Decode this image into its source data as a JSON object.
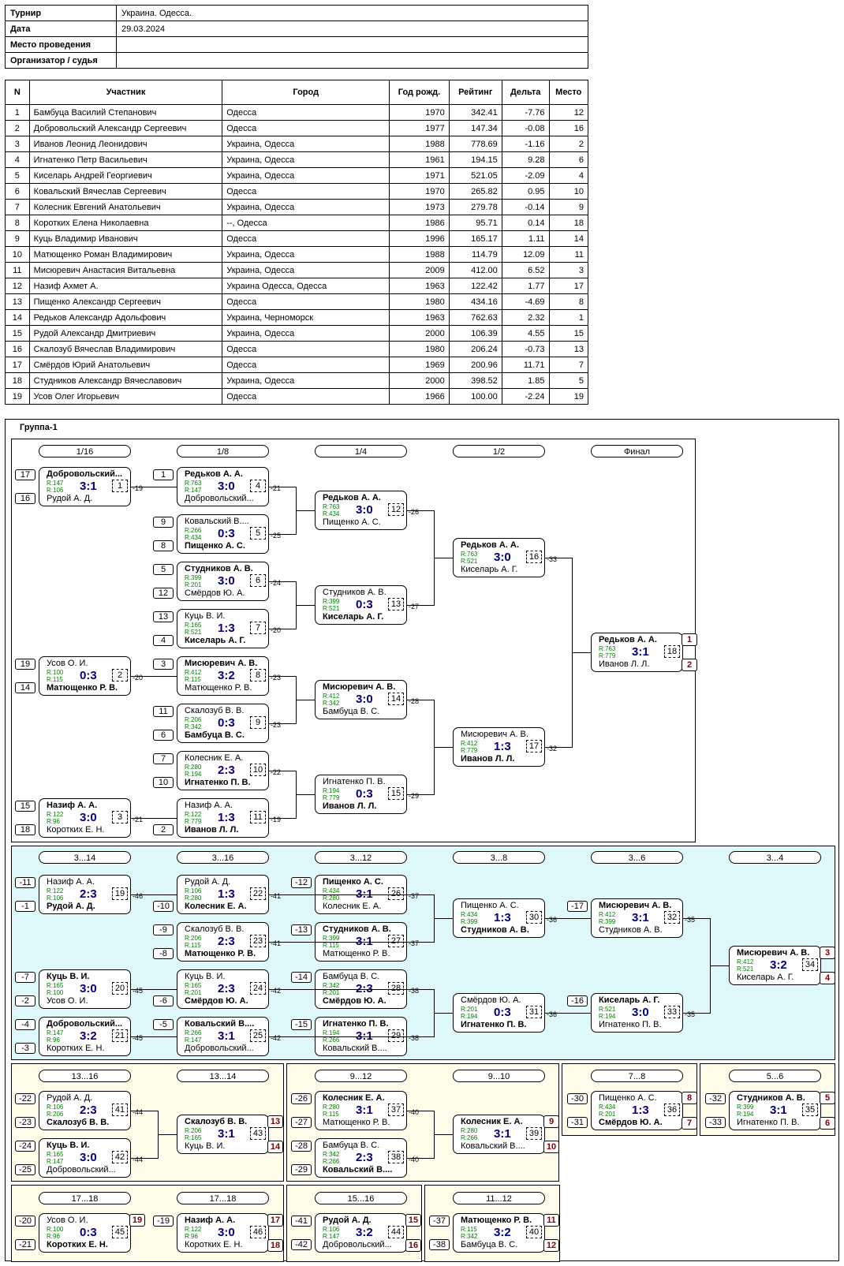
{
  "info": [
    {
      "label": "Турнир",
      "value": "Украина. Одесса."
    },
    {
      "label": "Дата",
      "value": "29.03.2024"
    },
    {
      "label": "Место проведения",
      "value": ""
    },
    {
      "label": "Организатор / судья",
      "value": ""
    }
  ],
  "plist": {
    "headers": [
      "N",
      "Участник",
      "Город",
      "Год рожд.",
      "Рейтинг",
      "Дельта",
      "Место"
    ],
    "rows": [
      [
        "1",
        "Бамбуца Василий Степанович",
        "Одесса",
        "1970",
        "342.41",
        "-7.76",
        "12"
      ],
      [
        "2",
        "Добровольский Александр Сергеевич",
        "Одесса",
        "1977",
        "147.34",
        "-0.08",
        "16"
      ],
      [
        "3",
        "Иванов Леонид Леонидович",
        "Украина, Одесса",
        "1988",
        "778.69",
        "-1.16",
        "2"
      ],
      [
        "4",
        "Игнатенко Петр Васильевич",
        "Украина, Одесса",
        "1961",
        "194.15",
        "9.28",
        "6"
      ],
      [
        "5",
        "Киселарь Андрей Георгиевич",
        "Украина, Одесса",
        "1971",
        "521.05",
        "-2.09",
        "4"
      ],
      [
        "6",
        "Ковальский Вячеслав Сергеевич",
        "Одесса",
        "1970",
        "265.82",
        "0.95",
        "10"
      ],
      [
        "7",
        "Колесник Евгений Анатольевич",
        "Украина, Одесса",
        "1973",
        "279.78",
        "-0.14",
        "9"
      ],
      [
        "8",
        "Коротких Елена Николаевна",
        "--, Одесса",
        "1986",
        "95.71",
        "0.14",
        "18"
      ],
      [
        "9",
        "Куць Владимир Иванович",
        "Одесса",
        "1996",
        "165.17",
        "1.11",
        "14"
      ],
      [
        "10",
        "Матющенко Роман Владимирович",
        "Украина, Одесса",
        "1988",
        "114.79",
        "12.09",
        "11"
      ],
      [
        "11",
        "Мисюревич Анастасия Витальевна",
        "Украина, Одесса",
        "2009",
        "412.00",
        "6.52",
        "3"
      ],
      [
        "12",
        "Назиф Ахмет А.",
        "Украина Одесса, Одесса",
        "1963",
        "122.42",
        "1.77",
        "17"
      ],
      [
        "13",
        "Пищенко Александр Сергеевич",
        "Одесса",
        "1980",
        "434.16",
        "-4.69",
        "8"
      ],
      [
        "14",
        "Редьков Александр Адольфович",
        "Украина, Черноморск",
        "1963",
        "762.63",
        "2.32",
        "1"
      ],
      [
        "15",
        "Рудой Александр Дмитриевич",
        "Украина, Одесса",
        "2000",
        "106.39",
        "4.55",
        "15"
      ],
      [
        "16",
        "Скалозуб Вячеслав Владимирович",
        "Одесса",
        "1980",
        "206.24",
        "-0.73",
        "13"
      ],
      [
        "17",
        "Смёрдов Юрий Анатольевич",
        "Одесса",
        "1969",
        "200.96",
        "11.71",
        "7"
      ],
      [
        "18",
        "Студников Александр Вячеславович",
        "Украина, Одесса",
        "2000",
        "398.52",
        "1.85",
        "5"
      ],
      [
        "19",
        "Усов Олег Игорьевич",
        "Одесса",
        "1966",
        "100.00",
        "-2.24",
        "19"
      ]
    ]
  },
  "group": {
    "title": "Группа-1",
    "round_labels": [
      "1/16",
      "1/8",
      "1/4",
      "1/2",
      "Финал",
      "3...14",
      "3...16",
      "3...12",
      "3...8",
      "3...6",
      "3...4",
      "13...16",
      "13...14",
      "9...12",
      "9...10",
      "7...8",
      "5...6",
      "17...18",
      "17...18",
      "15...16",
      "11...12"
    ],
    "matches": [
      {
        "id": 1,
        "t": "Добровольский...",
        "tr": "R:147",
        "b": "Рудой А. Д.",
        "br": "R:106",
        "score": "3:1",
        "w": "t",
        "ts": "17",
        "bs": "16",
        "d": "-19"
      },
      {
        "id": 4,
        "t": "Редьков А. А.",
        "tr": "R:763",
        "b": "Добровольский...",
        "br": "R:147",
        "score": "3:0",
        "w": "t",
        "ts": "1",
        "d": "-21"
      },
      {
        "id": 5,
        "t": "Ковальский В....",
        "tr": "R:266",
        "b": "Пищенко А. С.",
        "br": "R:434",
        "score": "0:3",
        "w": "b",
        "ts": "9",
        "bs": "8",
        "d": "-25"
      },
      {
        "id": 6,
        "t": "Студников А. В.",
        "tr": "R:399",
        "b": "Смёрдов Ю. А.",
        "br": "R:201",
        "score": "3:0",
        "w": "t",
        "ts": "5",
        "bs": "12",
        "d": "-24"
      },
      {
        "id": 7,
        "t": "Куць В. И.",
        "tr": "R:165",
        "b": "Киселарь А. Г.",
        "br": "R:521",
        "score": "1:3",
        "w": "b",
        "ts": "13",
        "bs": "4",
        "d": "-20"
      },
      {
        "id": 2,
        "t": "Усов О. И.",
        "tr": "R:100",
        "b": "Матющенко Р. В.",
        "br": "R:115",
        "score": "0:3",
        "w": "b",
        "ts": "19",
        "bs": "14",
        "d": "-20"
      },
      {
        "id": 8,
        "t": "Мисюревич А. В.",
        "tr": "R:412",
        "b": "Матющенко Р. В.",
        "br": "R:115",
        "score": "3:2",
        "w": "t",
        "ts": "3",
        "d": "-23"
      },
      {
        "id": 9,
        "t": "Скалозуб В. В.",
        "tr": "R:206",
        "b": "Бамбуца В. С.",
        "br": "R:342",
        "score": "0:3",
        "w": "b",
        "ts": "11",
        "bs": "6",
        "d": "-23"
      },
      {
        "id": 10,
        "t": "Колесник Е. А.",
        "tr": "R:280",
        "b": "Игнатенко П. В.",
        "br": "R:194",
        "score": "2:3",
        "w": "b",
        "ts": "7",
        "bs": "10",
        "d": "-22"
      },
      {
        "id": 3,
        "t": "Назиф А. А.",
        "tr": "R:122",
        "b": "Коротких Е. Н.",
        "br": "R:96",
        "score": "3:0",
        "w": "t",
        "ts": "15",
        "bs": "18",
        "d": "-21"
      },
      {
        "id": 11,
        "t": "Назиф А. А.",
        "tr": "R:122",
        "b": "Иванов Л. Л.",
        "br": "R:779",
        "score": "1:3",
        "w": "b",
        "bs": "2",
        "d": "-19"
      },
      {
        "id": 12,
        "t": "Редьков А. А.",
        "tr": "R:763",
        "b": "Пищенко А. С.",
        "br": "R:434",
        "score": "3:0",
        "w": "t",
        "d": "-26"
      },
      {
        "id": 13,
        "t": "Студников А. В.",
        "tr": "R:399",
        "b": "Киселарь А. Г.",
        "br": "R:521",
        "score": "0:3",
        "w": "b",
        "d": "-27"
      },
      {
        "id": 14,
        "t": "Мисюревич А. В.",
        "tr": "R:412",
        "b": "Бамбуца В. С.",
        "br": "R:342",
        "score": "3:0",
        "w": "t",
        "d": "-28"
      },
      {
        "id": 15,
        "t": "Игнатенко П. В.",
        "tr": "R:194",
        "b": "Иванов Л. Л.",
        "br": "R:779",
        "score": "0:3",
        "w": "b",
        "d": "-29"
      },
      {
        "id": 16,
        "t": "Редьков А. А.",
        "tr": "R:763",
        "b": "Киселарь А. Г.",
        "br": "R:521",
        "score": "3:0",
        "w": "t",
        "d": "-33"
      },
      {
        "id": 17,
        "t": "Мисюревич А. В.",
        "tr": "R:412",
        "b": "Иванов Л. Л.",
        "br": "R:779",
        "score": "1:3",
        "w": "b",
        "d": "-32"
      },
      {
        "id": 18,
        "t": "Редьков А. А.",
        "tr": "R:763",
        "b": "Иванов Л. Л.",
        "br": "R:779",
        "score": "3:1",
        "w": "t",
        "pt": "1",
        "pb": "2"
      },
      {
        "id": 19,
        "t": "Назиф А. А.",
        "tr": "R:122",
        "b": "Рудой А. Д.",
        "br": "R:106",
        "score": "2:3",
        "w": "b",
        "ts": "-11",
        "bs": "-1",
        "d": "-46"
      },
      {
        "id": 20,
        "t": "Куць В. И.",
        "tr": "R:165",
        "b": "Усов О. И.",
        "br": "R:100",
        "score": "3:0",
        "w": "t",
        "ts": "-7",
        "bs": "-2",
        "d": "-45"
      },
      {
        "id": 21,
        "t": "Добровольский...",
        "tr": "R:147",
        "b": "Коротких Е. Н.",
        "br": "R:96",
        "score": "3:2",
        "w": "t",
        "ts": "-4",
        "bs": "-3",
        "d": "-45"
      },
      {
        "id": 22,
        "t": "Рудой А. Д.",
        "tr": "R:106",
        "b": "Колесник Е. А.",
        "br": "R:280",
        "score": "1:3",
        "w": "b",
        "bs": "-10",
        "d": "-41"
      },
      {
        "id": 23,
        "t": "Скалозуб В. В.",
        "tr": "R:206",
        "b": "Матющенко Р. В.",
        "br": "R:115",
        "score": "2:3",
        "w": "b",
        "ts": "-9",
        "bs": "-8",
        "d": "-41"
      },
      {
        "id": 24,
        "t": "Куць В. И.",
        "tr": "R:165",
        "b": "Смёрдов Ю. А.",
        "br": "R:201",
        "score": "2:3",
        "w": "b",
        "bs": "-6",
        "d": "-42"
      },
      {
        "id": 25,
        "t": "Ковальский В....",
        "tr": "R:266",
        "b": "Добровольский...",
        "br": "R:147",
        "score": "3:1",
        "w": "t",
        "ts": "-5",
        "d": "-42"
      },
      {
        "id": 26,
        "t": "Пищенко А. С.",
        "tr": "R:434",
        "b": "Колесник Е. А.",
        "br": "R:280",
        "score": "3:1",
        "w": "t",
        "ts": "-12",
        "d": "-37"
      },
      {
        "id": 27,
        "t": "Студников А. В.",
        "tr": "R:399",
        "b": "Матющенко Р. В.",
        "br": "R:115",
        "score": "3:1",
        "w": "t",
        "ts": "-13",
        "d": "-37"
      },
      {
        "id": 28,
        "t": "Бамбуца В. С.",
        "tr": "R:342",
        "b": "Смёрдов Ю. А.",
        "br": "R:201",
        "score": "2:3",
        "w": "b",
        "ts": "-14",
        "d": "-38"
      },
      {
        "id": 29,
        "t": "Игнатенко П. В.",
        "tr": "R:194",
        "b": "Ковальский В....",
        "br": "R:266",
        "score": "3:1",
        "w": "t",
        "ts": "-15",
        "d": "-38"
      },
      {
        "id": 30,
        "t": "Пищенко А. С.",
        "tr": "R:434",
        "b": "Студников А. В.",
        "br": "R:399",
        "score": "1:3",
        "w": "b",
        "d": "-36"
      },
      {
        "id": 31,
        "t": "Смёрдов Ю. А.",
        "tr": "R:201",
        "b": "Игнатенко П. В.",
        "br": "R:194",
        "score": "0:3",
        "w": "b",
        "d": "-36"
      },
      {
        "id": 32,
        "t": "Мисюревич А. В.",
        "tr": "R:412",
        "b": "Студников А. В.",
        "br": "R:399",
        "score": "3:1",
        "w": "t",
        "ts": "-17",
        "d": "-35"
      },
      {
        "id": 33,
        "t": "Киселарь А. Г.",
        "tr": "R:521",
        "b": "Игнатенко П. В.",
        "br": "R:194",
        "score": "3:0",
        "w": "t",
        "ts": "-16",
        "d": "-35"
      },
      {
        "id": 34,
        "t": "Мисюревич А. В.",
        "tr": "R:412",
        "b": "Киселарь А. Г.",
        "br": "R:521",
        "score": "3:2",
        "w": "t",
        "pt": "3",
        "pb": "4"
      },
      {
        "id": 41,
        "t": "Рудой А. Д.",
        "tr": "R:106",
        "b": "Скалозуб В. В.",
        "br": "R:206",
        "score": "2:3",
        "w": "b",
        "ts": "-22",
        "bs": "-23",
        "d": "-44"
      },
      {
        "id": 42,
        "t": "Куць В. И.",
        "tr": "R:165",
        "b": "Добровольский...",
        "br": "R:147",
        "score": "3:0",
        "w": "t",
        "ts": "-24",
        "bs": "-25",
        "d": "-44"
      },
      {
        "id": 43,
        "t": "Скалозуб В. В.",
        "tr": "R:206",
        "b": "Куць В. И.",
        "br": "R:165",
        "score": "3:1",
        "w": "t",
        "pt": "13",
        "pb": "14"
      },
      {
        "id": 37,
        "t": "Колесник Е. А.",
        "tr": "R:280",
        "b": "Матющенко Р. В.",
        "br": "R:115",
        "score": "3:1",
        "w": "t",
        "ts": "-26",
        "bs": "-27",
        "d": "-40"
      },
      {
        "id": 38,
        "t": "Бамбуца В. С.",
        "tr": "R:342",
        "b": "Ковальский В....",
        "br": "R:266",
        "score": "2:3",
        "w": "b",
        "ts": "-28",
        "bs": "-29",
        "d": "-40"
      },
      {
        "id": 39,
        "t": "Колесник Е. А.",
        "tr": "R:280",
        "b": "Ковальский В....",
        "br": "R:266",
        "score": "3:1",
        "w": "t",
        "pt": "9",
        "pb": "10"
      },
      {
        "id": 36,
        "t": "Пищенко А. С.",
        "tr": "R:434",
        "b": "Смёрдов Ю. А.",
        "br": "R:201",
        "score": "1:3",
        "w": "b",
        "ts": "-30",
        "bs": "-31",
        "pt": "8",
        "pb": "7"
      },
      {
        "id": 35,
        "t": "Студников А. В.",
        "tr": "R:399",
        "b": "Игнатенко П. В.",
        "br": "R:194",
        "score": "3:1",
        "w": "t",
        "ts": "-32",
        "bs": "-33",
        "pt": "5",
        "pb": "6"
      },
      {
        "id": 45,
        "t": "Усов О. И.",
        "tr": "R:100",
        "b": "Коротких Е. Н.",
        "br": "R:96",
        "score": "0:3",
        "w": "b",
        "ts": "-20",
        "bs": "-21",
        "pt": "19"
      },
      {
        "id": 46,
        "t": "Назиф А. А.",
        "tr": "R:122",
        "b": "Коротких Е. Н.",
        "br": "R:96",
        "score": "3:0",
        "w": "t",
        "ts": "-19",
        "pt": "17",
        "pb": "18"
      },
      {
        "id": 44,
        "t": "Рудой А. Д.",
        "tr": "R:106",
        "b": "Добровольский...",
        "br": "R:147",
        "score": "3:2",
        "w": "t",
        "ts": "-41",
        "bs": "-42",
        "pt": "15",
        "pb": "16"
      },
      {
        "id": 40,
        "t": "Матющенко Р. В.",
        "tr": "R:115",
        "b": "Бамбуца В. С.",
        "br": "R:342",
        "score": "3:2",
        "w": "t",
        "ts": "-37",
        "bs": "-38",
        "pt": "11",
        "pb": "12"
      }
    ]
  }
}
